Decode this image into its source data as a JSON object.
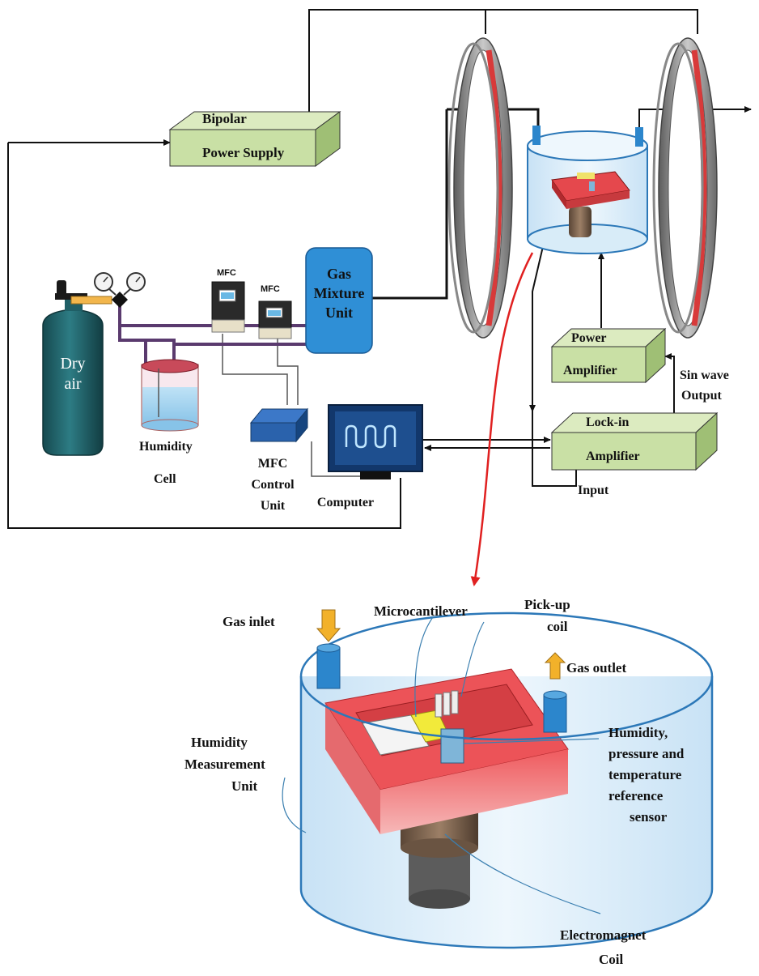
{
  "labels": {
    "bipolar_line1": "Bipolar",
    "bipolar_line2": "Power Supply",
    "gas_line1": "Gas",
    "gas_line2": "Mixture",
    "gas_line3": "Unit",
    "mfc1": "MFC",
    "mfc2": "MFC",
    "dry_line1": "Dry",
    "dry_line2": "air",
    "humidity_cell_line1": "Humidity",
    "humidity_cell_line2": "Cell",
    "mfc_ctrl_line1": "MFC",
    "mfc_ctrl_line2": "Control",
    "mfc_ctrl_line3": "Unit",
    "computer": "Computer",
    "power_amp_line1": "Power",
    "power_amp_line2": "Amplifier",
    "sin_line1": "Sin wave",
    "sin_line2": "Output",
    "lockin_line1": "Lock-in",
    "lockin_line2": "Amplifier",
    "input": "Input",
    "gas_inlet": "Gas inlet",
    "microcantilever": "Microcantilever",
    "pickup_line1": "Pick-up",
    "pickup_line2": "coil",
    "gas_outlet": "Gas outlet",
    "hmu_line1": "Humidity",
    "hmu_line2": "Measurement",
    "hmu_line3": "Unit",
    "sensor_line1": "Humidity,",
    "sensor_line2": "pressure and",
    "sensor_line3": "temperature",
    "sensor_line4": "reference",
    "sensor_line5": "sensor",
    "em_line1": "Electromagnet",
    "em_line2": "Coil"
  },
  "colors": {
    "box_green": "#c9e0a5",
    "gas_unit_blue": "#2f8fd6",
    "tank_teal": "#1f5f66",
    "coil_red": "#d83a3a",
    "stage_red": "#e5484d",
    "chamber_blue": "#d8ecf8",
    "computer_navy": "#12376b",
    "pointer_red": "#e02020"
  }
}
